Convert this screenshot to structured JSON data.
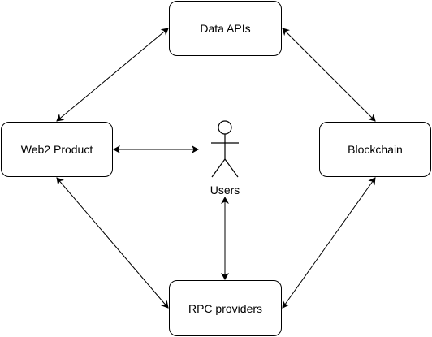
{
  "diagram": {
    "nodes": {
      "data_apis": "Data APIs",
      "web2_product": "Web2 Product",
      "blockchain": "Blockchain",
      "rpc_providers": "RPC providers"
    },
    "actor": {
      "label": "Users",
      "icon": "stick-figure-icon"
    },
    "connectors": [
      {
        "from": "Web2 Product",
        "to": "Data APIs",
        "style": "double-arrow"
      },
      {
        "from": "Data APIs",
        "to": "Blockchain",
        "style": "double-arrow"
      },
      {
        "from": "Blockchain",
        "to": "RPC providers",
        "style": "double-arrow"
      },
      {
        "from": "RPC providers",
        "to": "Web2 Product",
        "style": "double-arrow"
      },
      {
        "from": "Web2 Product",
        "to": "Users",
        "style": "double-arrow"
      },
      {
        "from": "Users",
        "to": "RPC providers",
        "style": "double-arrow"
      }
    ],
    "colors": {
      "stroke": "#000000",
      "background": "#ffffff"
    }
  }
}
